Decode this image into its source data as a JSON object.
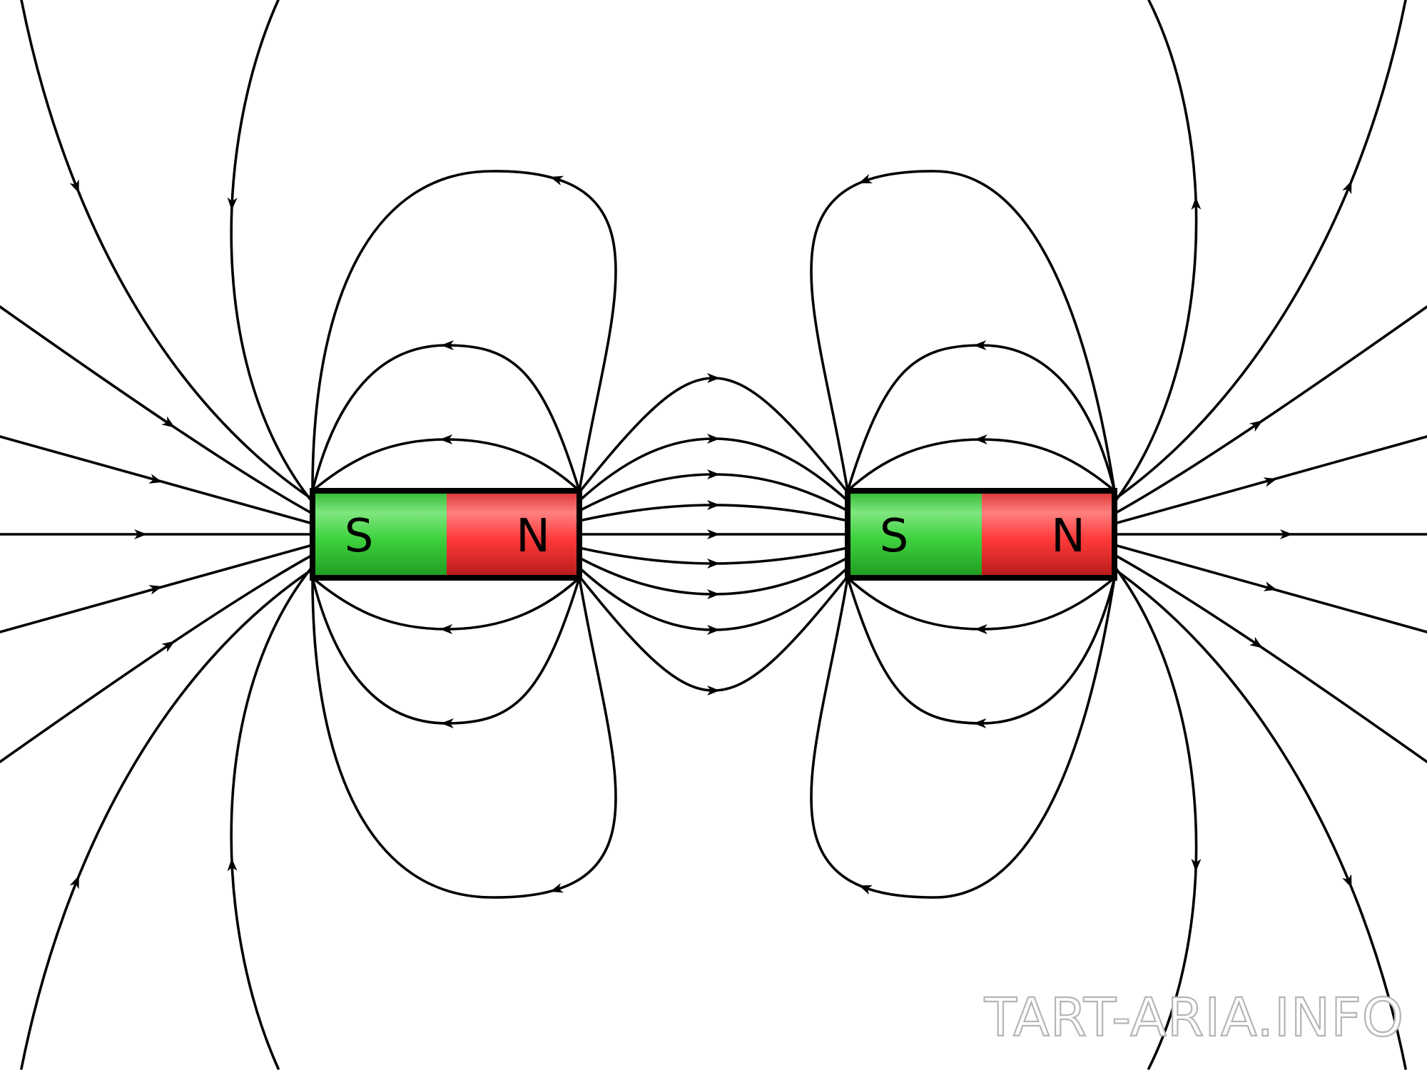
{
  "magnets": [
    {
      "south_label": "S",
      "north_label": "N"
    },
    {
      "south_label": "S",
      "north_label": "N"
    }
  ],
  "watermark": "TART-ARIA.INFO",
  "colors": {
    "south_pole": "#3ccc3c",
    "north_pole": "#f03a3a",
    "field_line": "#000000",
    "background": "#ffffff"
  }
}
